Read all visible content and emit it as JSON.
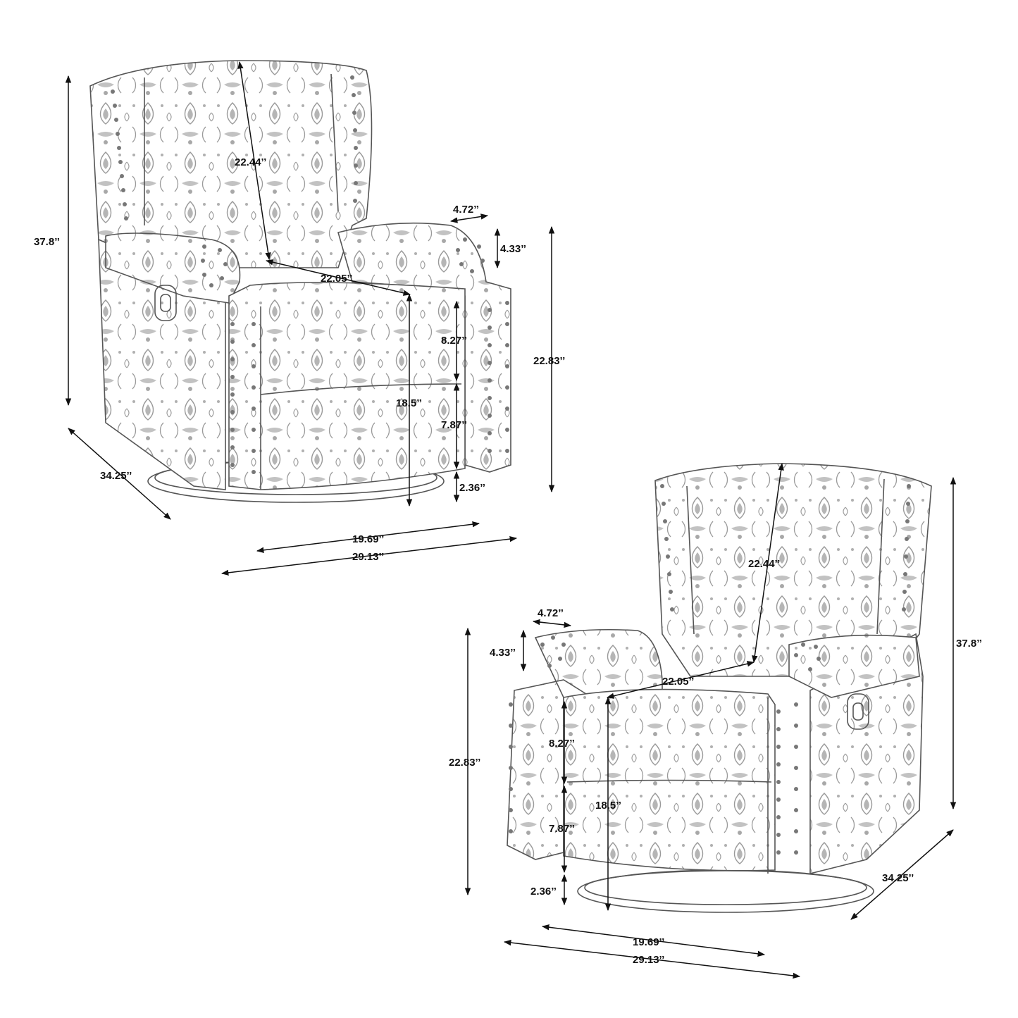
{
  "colors": {
    "ink": "#111111",
    "chair_outline": "#555555",
    "pattern": "#8a8a8a",
    "background": "#ffffff"
  },
  "chair_left": {
    "overall_height": "37.8’’",
    "back_height": "22.44’’",
    "seat_depth": "22.05’’",
    "arm_width": "4.72’’",
    "arm_height": "4.33’’",
    "arm_total_height": "22.83’’",
    "seat_cushion": "8.27’’",
    "lower_front": "7.87’’",
    "seat_height": "18.5’’",
    "base_clearance": "2.36’’",
    "depth": "34.25’’",
    "seat_width": "19.69’’",
    "overall_width": "29.13’’"
  },
  "chair_right": {
    "overall_height": "37.8’’",
    "back_height": "22.44’’",
    "seat_depth": "22.05’’",
    "arm_width": "4.72’’",
    "arm_height": "4.33’’",
    "arm_total_height": "22.83’’",
    "seat_cushion": "8.27’’",
    "lower_front": "7.87’’",
    "seat_height": "18.5’’",
    "base_clearance": "2.36’’",
    "depth": "34.25’’",
    "seat_width": "19.69’’",
    "overall_width": "29.13’’"
  }
}
